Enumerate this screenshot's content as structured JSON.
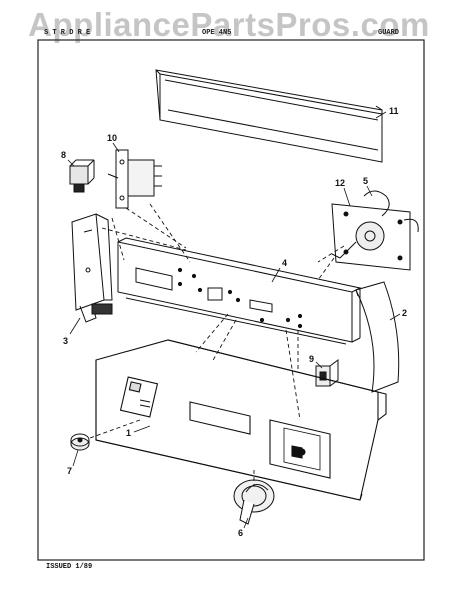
{
  "watermark": "AppliancePartsPros.com",
  "header": {
    "left_text": "S T R D R E",
    "center_text": "OPE  4N5",
    "brand": "GUARD"
  },
  "footer": {
    "issued": "ISSUED  1/89"
  },
  "callouts": [
    {
      "id": "1",
      "label": "1"
    },
    {
      "id": "2",
      "label": "2"
    },
    {
      "id": "3",
      "label": "3"
    },
    {
      "id": "4",
      "label": "4"
    },
    {
      "id": "5",
      "label": "5"
    },
    {
      "id": "6",
      "label": "6"
    },
    {
      "id": "7",
      "label": "7"
    },
    {
      "id": "8",
      "label": "8"
    },
    {
      "id": "9",
      "label": "9"
    },
    {
      "id": "10",
      "label": "10"
    },
    {
      "id": "11",
      "label": "11"
    },
    {
      "id": "12",
      "label": "12"
    }
  ],
  "colors": {
    "line": "#111111",
    "border": "#222222",
    "watermark": "#969696"
  }
}
